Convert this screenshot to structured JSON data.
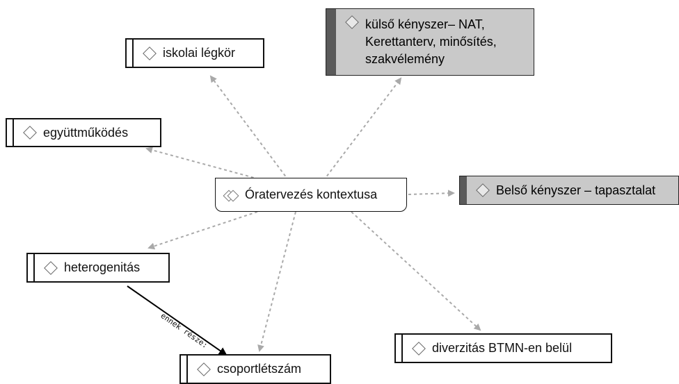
{
  "center": {
    "label": "Óratervezés kontextusa",
    "icon": "double-diamond-icon"
  },
  "nodes": [
    {
      "id": "iskolai",
      "label": "iskolai légkör",
      "style": "white"
    },
    {
      "id": "kulso",
      "label": "külső kényszer– NAT,\nKerettanterv, minősítés,\nszakvélemény",
      "style": "gray"
    },
    {
      "id": "egyutt",
      "label": "együttműködés",
      "style": "white"
    },
    {
      "id": "belso",
      "label": "Belső kényszer – tapasztalat",
      "style": "gray"
    },
    {
      "id": "hetero",
      "label": "heterogenitás",
      "style": "white"
    },
    {
      "id": "diverz",
      "label": "diverzitás BTMN-en belül",
      "style": "white"
    },
    {
      "id": "csoport",
      "label": "csoportlétszám",
      "style": "white"
    }
  ],
  "relation": {
    "label": "ennek része:"
  },
  "colors": {
    "dashed_link": "#a9a9a9",
    "solid_link": "#000000",
    "gray_node": "#c9c9c9"
  }
}
